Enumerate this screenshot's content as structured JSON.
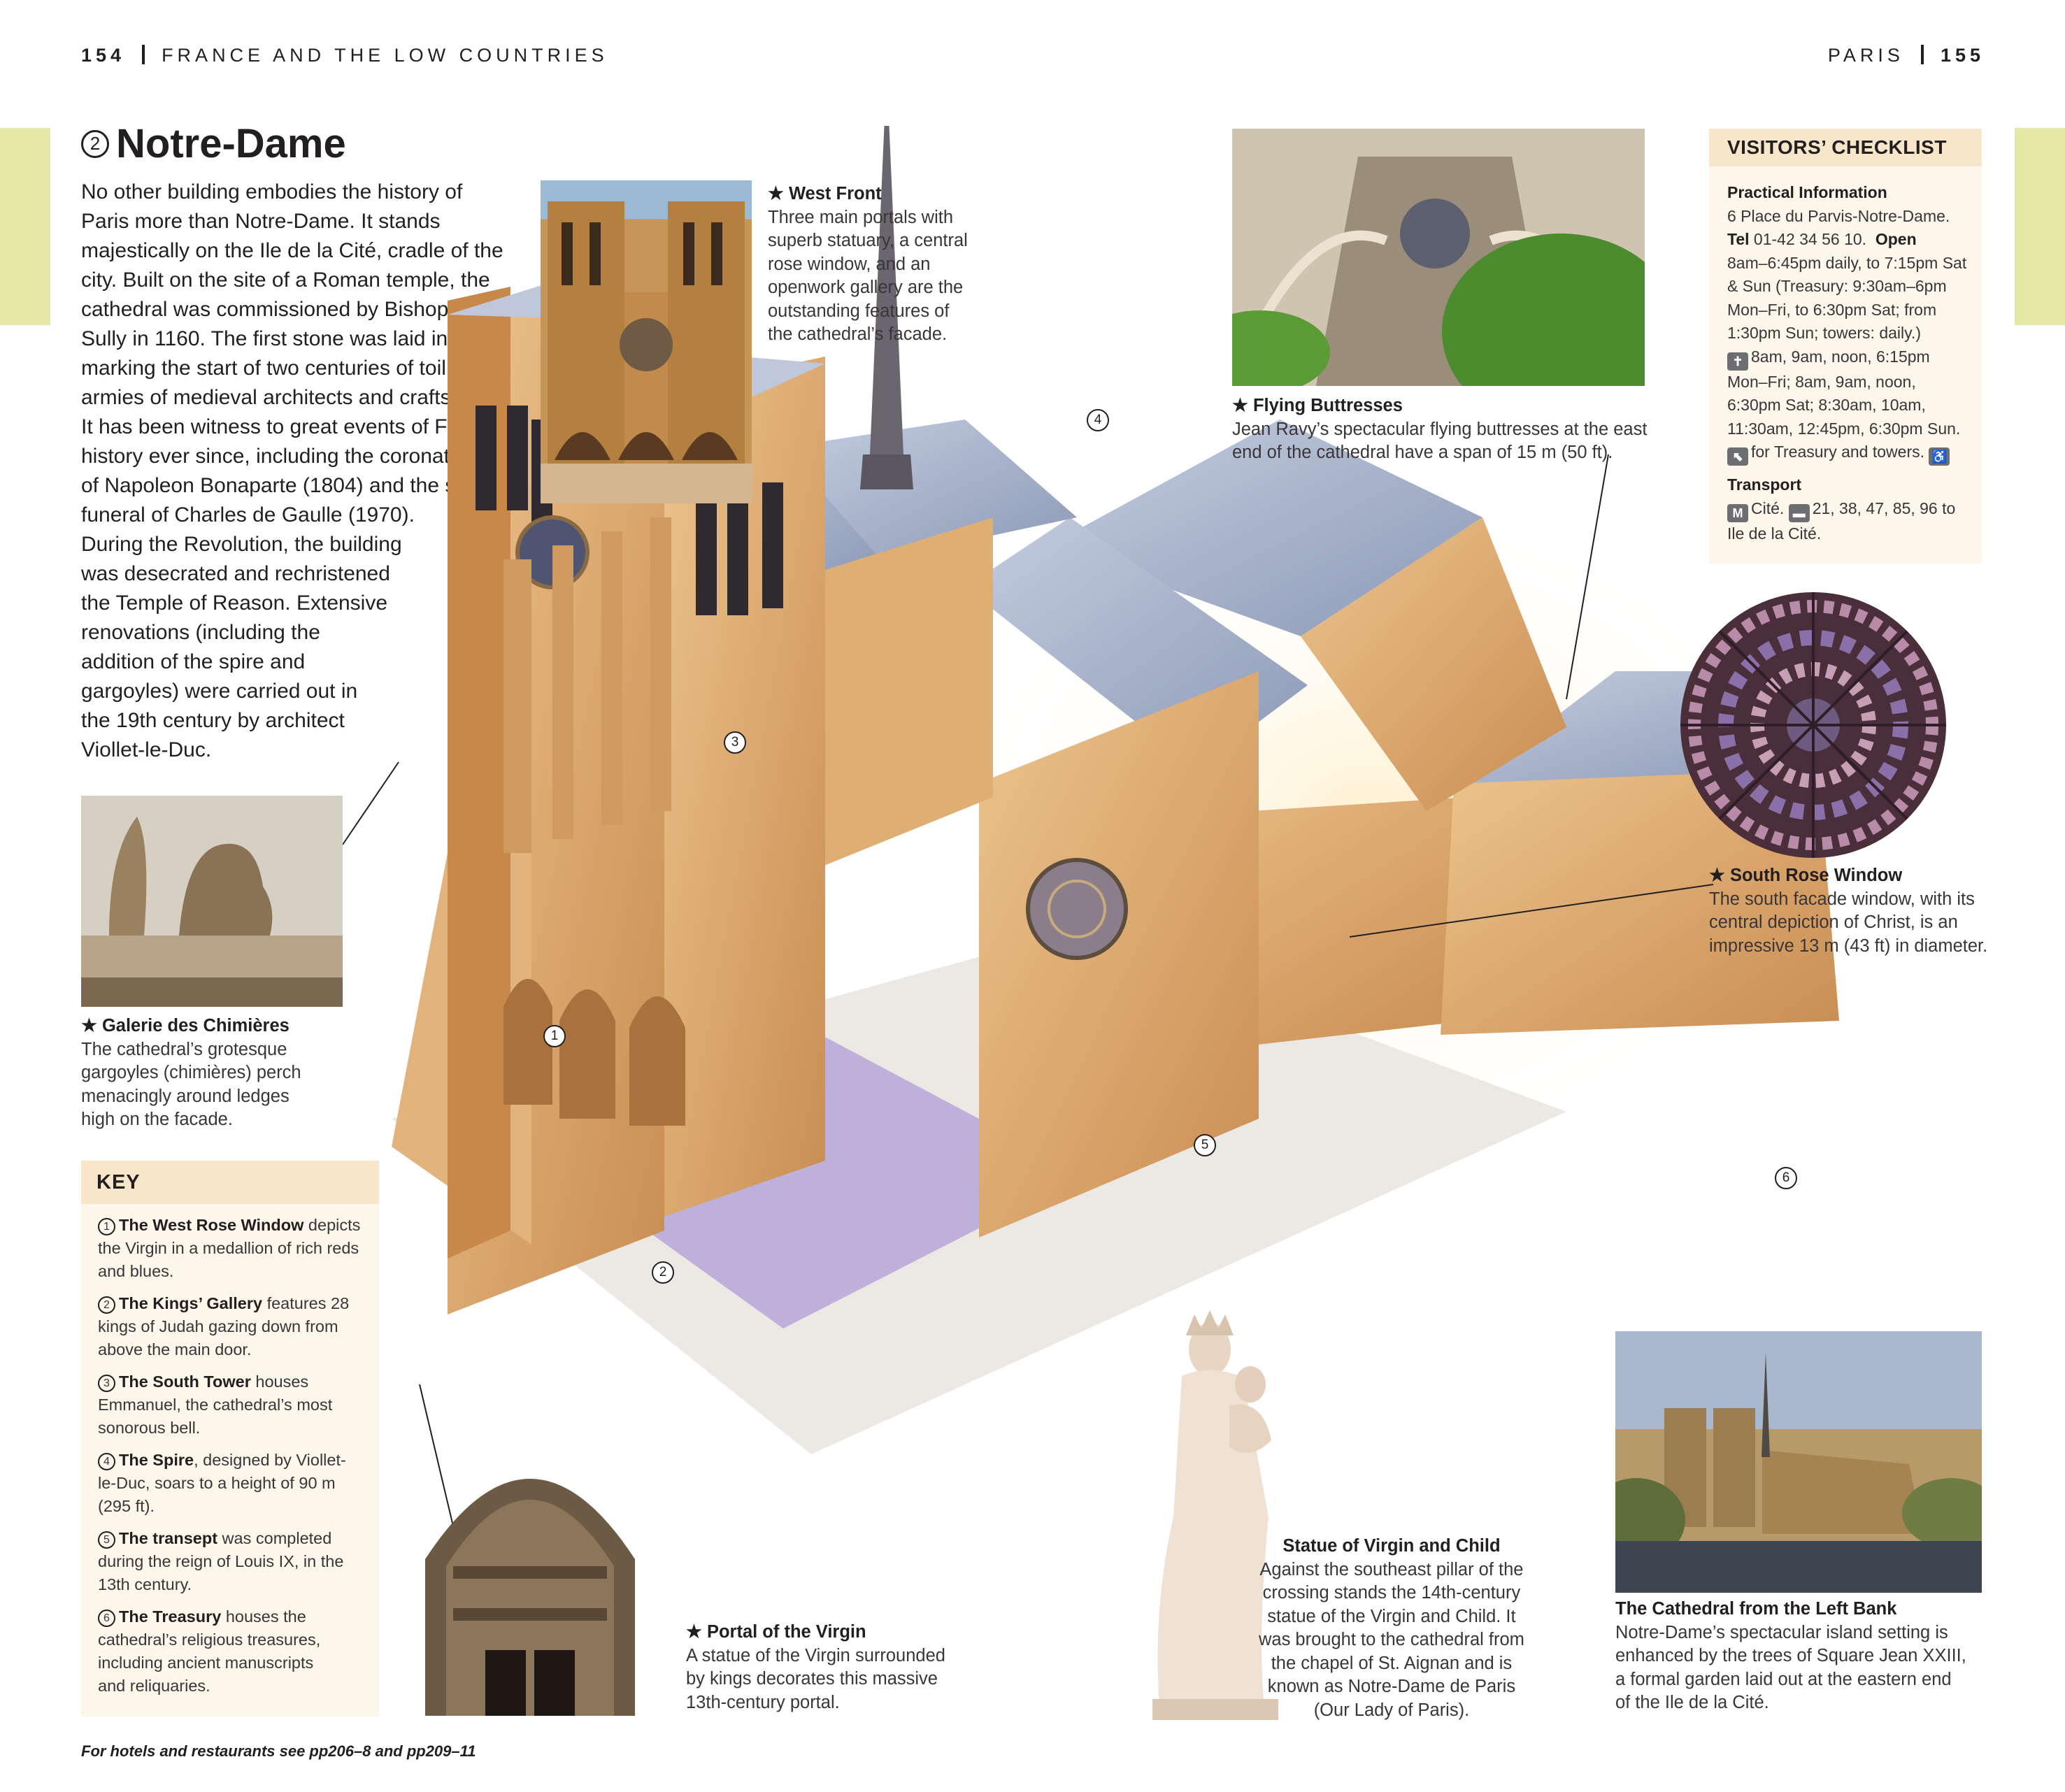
{
  "header": {
    "left_page": "154",
    "left_section": "FRANCE AND THE LOW COUNTRIES",
    "right_section": "PARIS",
    "right_page": "155"
  },
  "colors": {
    "tab": "#e6e9a6",
    "key_bg": "#fdf6ea",
    "key_header": "#f7e6c9",
    "stone": "#d9a56a",
    "roof": "#a7b3cc",
    "floor": "#b7a8d6"
  },
  "title": {
    "number": "2",
    "text": "Notre-Dame"
  },
  "intro": [
    "No other building embodies the history of",
    "Paris more than Notre-Dame. It stands",
    "majestically on the Ile de la Cité, cradle of the",
    "city. Built on the site of a Roman temple, the",
    "cathedral was commissioned by Bishop de",
    "Sully in 1160. The first stone was laid in 1163,",
    "marking the start of two centuries of toil by",
    "armies of medieval architects and craftsmen.",
    "It has been witness to great events of French",
    "history ever since, including the coronation",
    "of Napoleon Bonaparte (1804) and the state",
    "funeral of Charles de Gaulle (1970).",
    "During the Revolution, the building",
    "was desecrated and rechristened",
    "the Temple of Reason. Extensive",
    "renovations (including the",
    "addition of the spire and",
    "gargoyles) were carried out in",
    "the 19th century by architect",
    "Viollet-le-Duc."
  ],
  "captions": {
    "west_front": {
      "title": "★ West Front",
      "lines": [
        "Three main portals with",
        "superb statuary, a central",
        "rose window, and an",
        "openwork gallery are the",
        "outstanding features of",
        "the cathedral’s facade."
      ]
    },
    "flying_buttresses": {
      "title": "★ Flying Buttresses",
      "lines": [
        "Jean Ravy’s spectacular flying buttresses at the east",
        "end of the cathedral have a span of 15 m (50 ft)."
      ]
    },
    "south_rose": {
      "title": "★ South Rose Window",
      "lines": [
        "The south facade window, with its",
        "central depiction of Christ, is an",
        "impressive 13 m (43 ft) in diameter."
      ]
    },
    "galerie": {
      "title": "★ Galerie des Chimières",
      "lines": [
        "The cathedral’s grotesque",
        "gargoyles (chimières) perch",
        "menacingly around ledges",
        "high on the facade."
      ]
    },
    "portal": {
      "title": "★ Portal of the Virgin",
      "lines": [
        "A statue of the Virgin surrounded",
        "by kings decorates this massive",
        "13th-century portal."
      ]
    },
    "statue": {
      "title": "Statue of Virgin and Child",
      "lines": [
        "Against the southeast pillar of the",
        "crossing stands the 14th-century",
        "statue of the Virgin and Child. It",
        "was brought to the cathedral from",
        "the chapel of St. Aignan and is",
        "known as Notre-Dame de Paris",
        "(Our Lady of Paris)."
      ]
    },
    "left_bank": {
      "title": "The Cathedral from the Left Bank",
      "lines": [
        "Notre-Dame’s spectacular island setting is",
        "enhanced by the trees of Square Jean XXIII,",
        "a formal garden laid out at the eastern end",
        "of the Ile de la Cité."
      ]
    }
  },
  "key": {
    "heading": "KEY",
    "items": [
      {
        "num": "1",
        "name": "The West Rose Window",
        "rest": " depicts",
        "lines": [
          "the Virgin in a medallion of rich reds",
          "and blues."
        ]
      },
      {
        "num": "2",
        "name": "The Kings’ Gallery",
        "rest": " features 28",
        "lines": [
          "kings of Judah gazing down from",
          "above the main door."
        ]
      },
      {
        "num": "3",
        "name": "The South Tower",
        "rest": " houses",
        "lines": [
          "Emmanuel, the cathedral’s most",
          "sonorous bell."
        ]
      },
      {
        "num": "4",
        "name": "The Spire",
        "rest": ", designed by Viollet-",
        "lines": [
          "le-Duc, soars to a height of 90 m",
          "(295 ft)."
        ]
      },
      {
        "num": "5",
        "name": "The transept",
        "rest": " was completed",
        "lines": [
          "during the reign of Louis IX, in the",
          "13th century."
        ]
      },
      {
        "num": "6",
        "name": "The Treasury",
        "rest": " houses the",
        "lines": [
          "cathedral’s religious treasures,",
          "including ancient manuscripts",
          "and reliquaries."
        ]
      }
    ]
  },
  "checklist": {
    "heading": "VISITORS’ CHECKLIST",
    "practical_heading": "Practical Information",
    "address": "6 Place du Parvis-Notre-Dame.",
    "tel_label": "Tel",
    "tel": " 01-42 34 56 10.",
    "open_label": "Open",
    "hours": [
      "8am–6:45pm daily, to 7:15pm Sat",
      "& Sun (Treasury: 9:30am–6pm",
      "Mon–Fri, to 6:30pm Sat; from",
      "1:30pm Sun; towers: daily.)"
    ],
    "mass_first": "8am, 9am, noon, 6:15pm",
    "mass": [
      "Mon–Fri; 8am, 9am, noon,",
      "6:30pm Sat; 8:30am, 10am,",
      "11:30am, 12:45pm, 6:30pm Sun."
    ],
    "treasury": "for Treasury and towers.",
    "transport_heading": "Transport",
    "metro": "Cité.",
    "bus": "21, 38, 47, 85, 96 to",
    "bus2": "Ile de la Cité."
  },
  "markers": [
    "1",
    "2",
    "3",
    "4",
    "5",
    "6"
  ],
  "footer": "For hotels and restaurants see pp206–8 and pp209–11"
}
